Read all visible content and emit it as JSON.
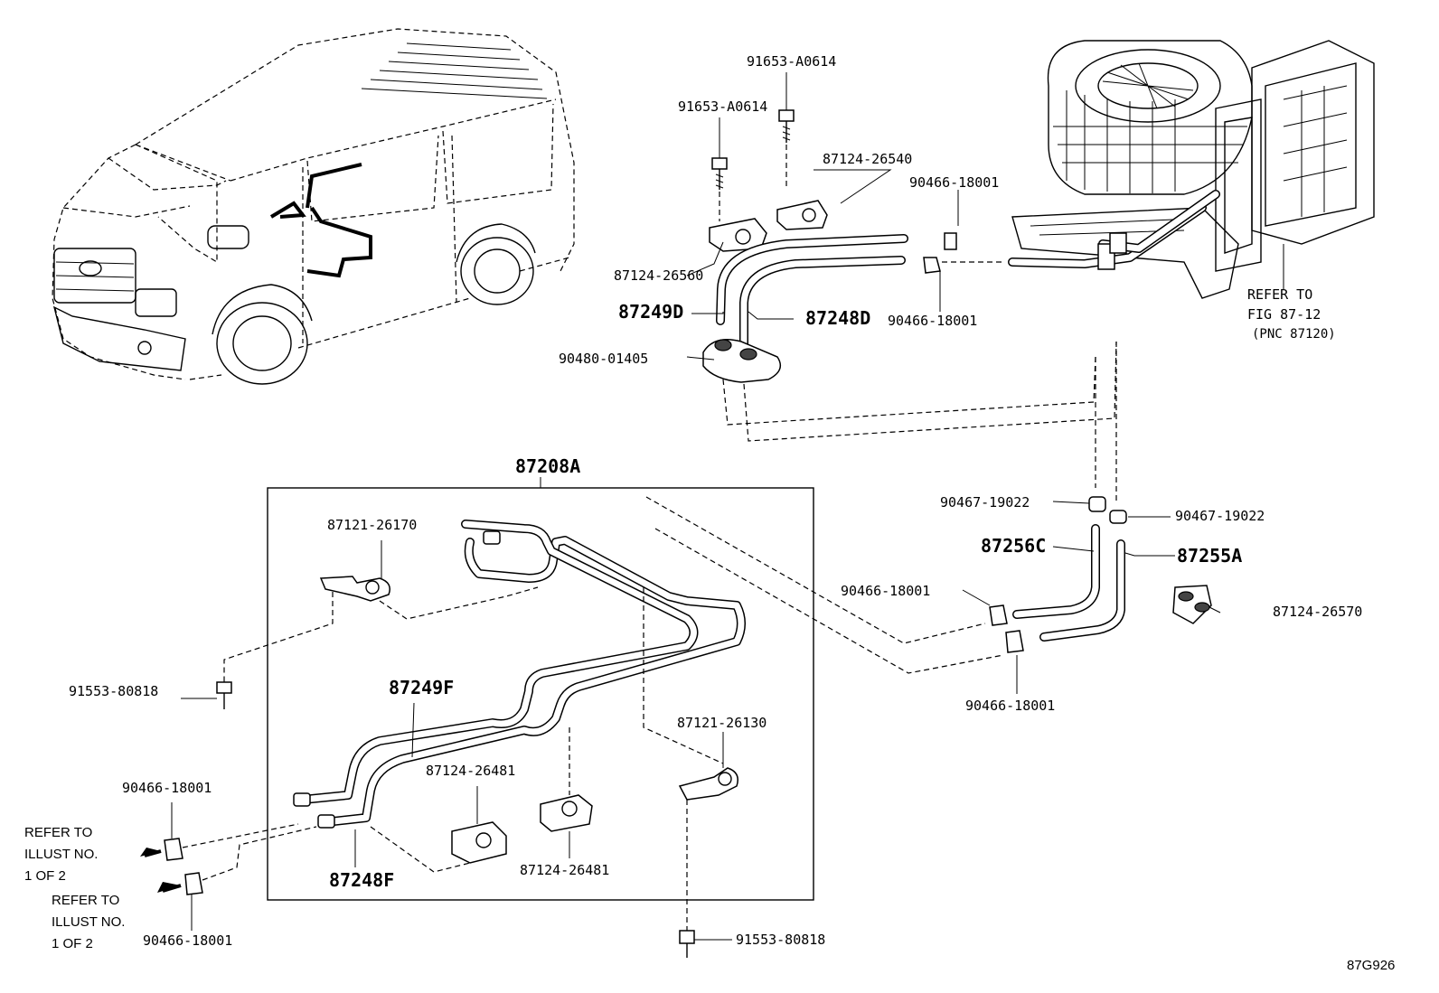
{
  "parts": {
    "p91653_a": "91653-A0614",
    "p91653_b": "91653-A0614",
    "p87124_26540": "87124-26540",
    "p90466_top1": "90466-18001",
    "p87124_26560": "87124-26560",
    "p87249D": "87249D",
    "p87248D": "87248D",
    "p90466_top2": "90466-18001",
    "p90480": "90480-01405",
    "p87208A": "87208A",
    "p87121_26170": "87121-26170",
    "p90467_a": "90467-19022",
    "p90467_b": "90467-19022",
    "p87256C": "87256C",
    "p87255A": "87255A",
    "p90466_mid1": "90466-18001",
    "p87124_26570": "87124-26570",
    "p90466_mid2": "90466-18001",
    "p91553_left": "91553-80818",
    "p87249F": "87249F",
    "p87121_26130": "87121-26130",
    "p87124_26481_a": "87124-26481",
    "p87124_26481_b": "87124-26481",
    "p90466_bl1": "90466-18001",
    "p90466_bl2": "90466-18001",
    "p87248F": "87248F",
    "p91553_bottom": "91553-80818"
  },
  "notes": {
    "refer_fig_1": "REFER TO",
    "refer_fig_2": "FIG 87-12",
    "refer_fig_3": "(PNC 87120)",
    "refer_illust_a_1": "REFER TO",
    "refer_illust_a_2": "ILLUST NO.",
    "refer_illust_a_3": "1 OF 2",
    "refer_illust_b_1": "REFER TO",
    "refer_illust_b_2": "ILLUST NO.",
    "refer_illust_b_3": "1 OF 2"
  },
  "figure_code": "87G926"
}
